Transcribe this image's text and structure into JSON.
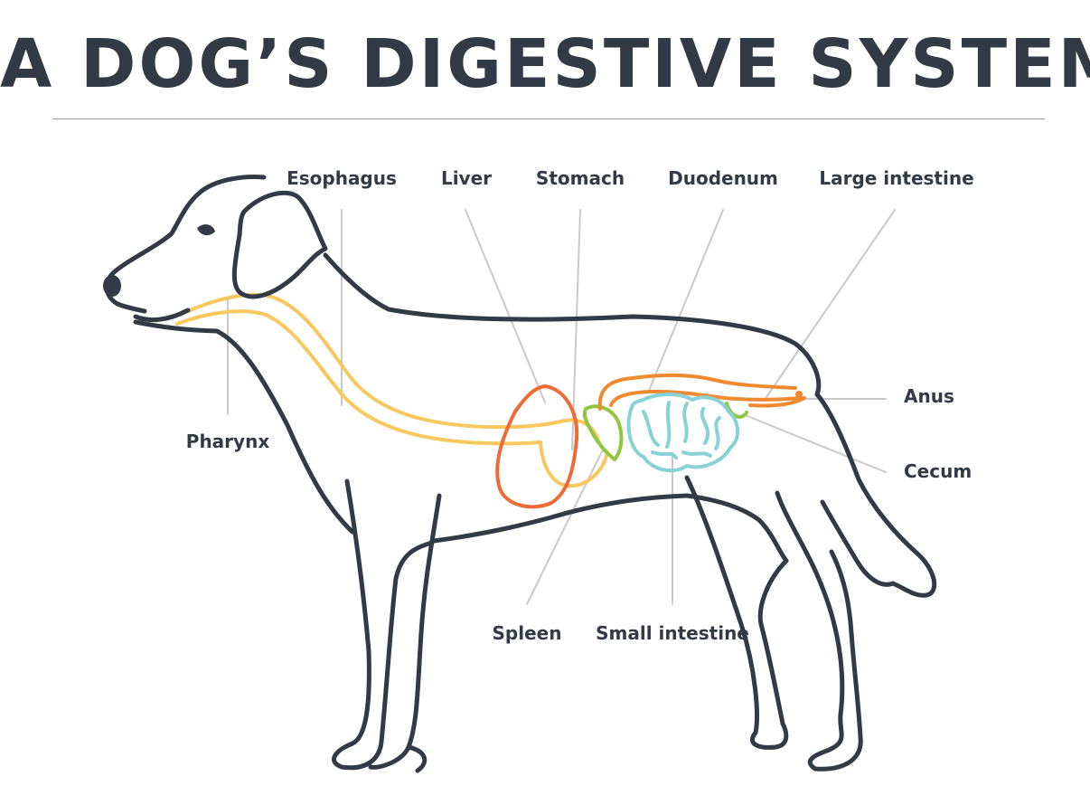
{
  "title": "A DOG’S DIGESTIVE SYSTEM",
  "colors": {
    "outline": "#313a45",
    "esophagus": "#f7c85e",
    "liver": "#ee6a37",
    "intestine_orange": "#f08a30",
    "spleen": "#8ec63f",
    "small_intestine": "#86d2d4",
    "leader_line": "#c9c9c9"
  },
  "labels": {
    "esophagus": "Esophagus",
    "liver": "Liver",
    "stomach": "Stomach",
    "duodenum": "Duodenum",
    "large_intestine": "Large intestine",
    "anus": "Anus",
    "cecum": "Cecum",
    "pharynx": "Pharynx",
    "spleen": "Spleen",
    "small_intestine": "Small intestine"
  }
}
